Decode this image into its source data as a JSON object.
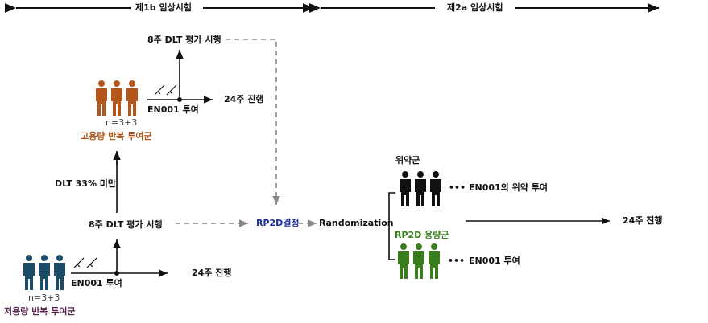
{
  "phase1b_label": "제1b 임상시험",
  "phase2a_label": "제2a 임상시험",
  "high_group": {
    "eval": "8주 DLT 평가 시행",
    "progress": "24주 진행",
    "dose": "EN001 투여",
    "n": "n=3+3",
    "name": "고용량 반복 투여군",
    "color": "#b4561c"
  },
  "low_group": {
    "eval": "8주 DLT 평가 시행",
    "progress": "24주 진행",
    "dose": "EN001 투여",
    "n": "n=3+3",
    "name": "저용량 반복 투여군",
    "color": "#1d4c69",
    "name_color": "#5a2650"
  },
  "condition": "DLT 33% 미만",
  "rp2d": {
    "label": "RP2D결정",
    "color": "#1c2fa3"
  },
  "randomization": "Randomization",
  "placebo_group": {
    "name": "위약군",
    "dots": "•••",
    "desc": "EN001의 위약 투여",
    "color": "#111111"
  },
  "rp2d_group": {
    "name": "RP2D 용량군",
    "dots": "•••",
    "desc": "EN001 투여",
    "color": "#3a7d1e"
  },
  "phase2_progress": "24주 진행"
}
